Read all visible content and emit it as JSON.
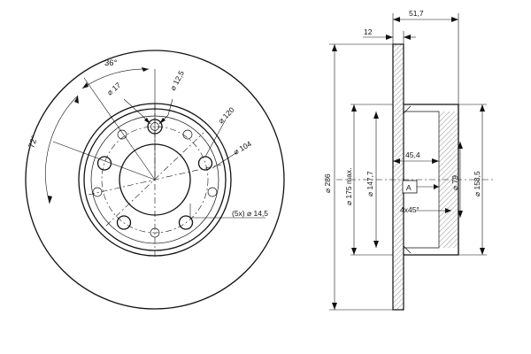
{
  "front_view": {
    "angle_36": "36°",
    "angle_72": "72°",
    "dia_17": "⌀ 17",
    "dia_12_5": "⌀ 12,5",
    "dia_120": "⌀ 120",
    "dia_104": "⌀ 104",
    "holes": "(5x) ⌀ 14,5"
  },
  "side_view": {
    "dim_51_7": "51,7",
    "dim_12": "12",
    "dim_45_4": "45,4",
    "dim_286": "⌀ 286",
    "dim_175": "⌀ 175 max.",
    "dim_147_7": "⌀ 147,7",
    "dim_79": "⌀ 79",
    "dim_158_5": "⌀ 158,5",
    "datum": "A",
    "chamfer": "4x45°"
  }
}
